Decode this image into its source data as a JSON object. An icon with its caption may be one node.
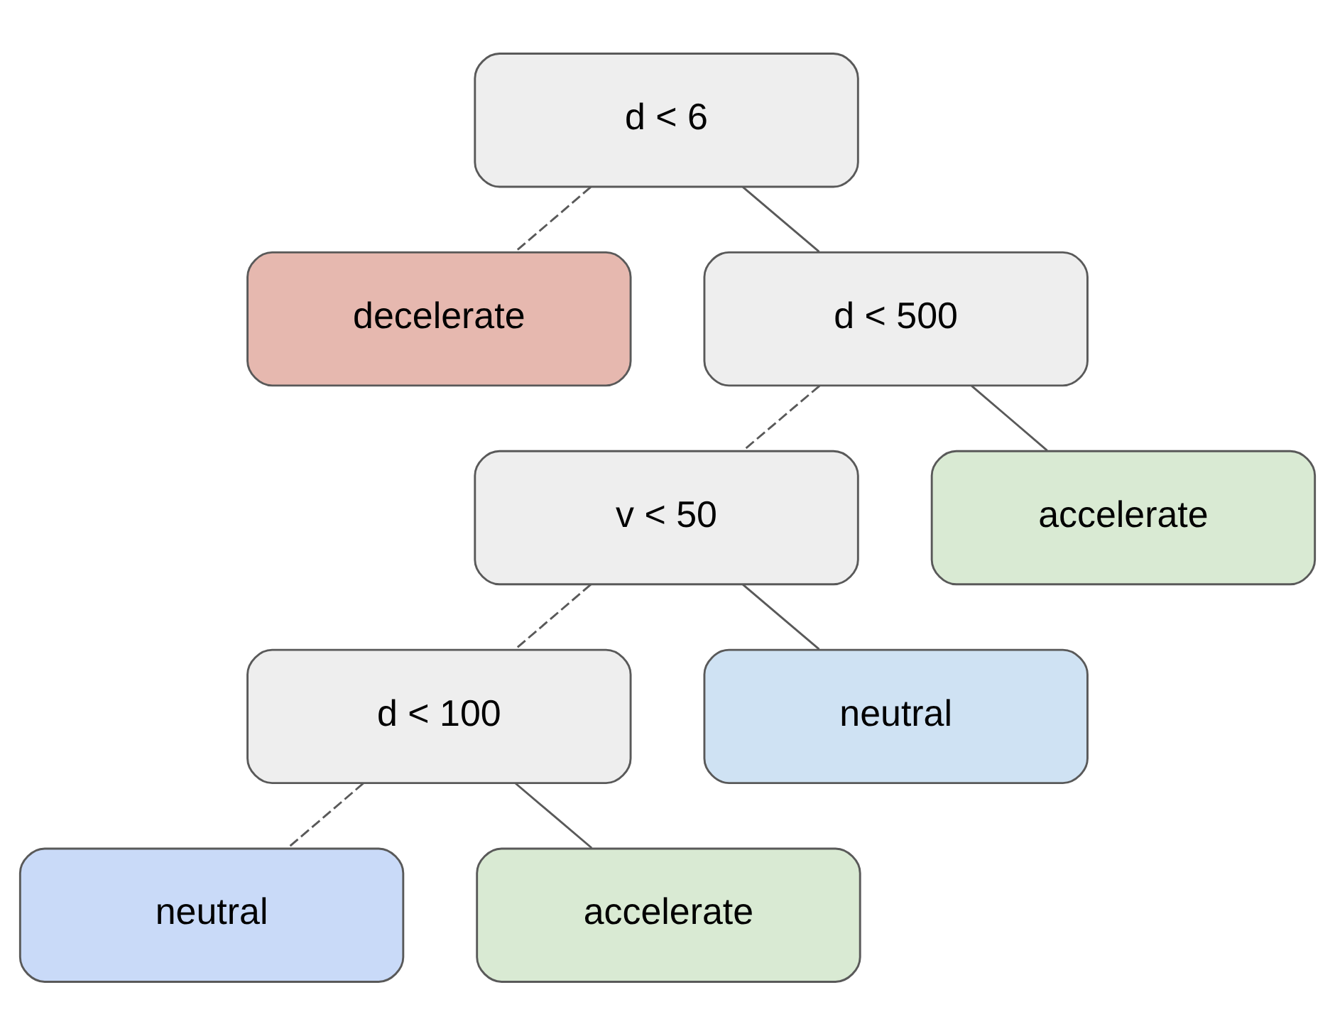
{
  "diagram": {
    "nodes": [
      {
        "text": [
          "d < 6"
        ]
      },
      {
        "text": [
          "decelerate"
        ]
      },
      {
        "text": [
          "d < 500"
        ]
      },
      {
        "text": [
          "v < 50"
        ]
      },
      {
        "text": [
          "accelerate"
        ]
      },
      {
        "text": [
          "d < 100"
        ]
      },
      {
        "text": [
          "neutral"
        ]
      },
      {
        "text": [
          "neutral"
        ]
      },
      {
        "text": [
          "accelerate"
        ]
      }
    ],
    "edges": [
      {
        "from": 0,
        "to": 1,
        "arrow": "none",
        "style": "dashed"
      },
      {
        "from": 0,
        "to": 2,
        "arrow": "none"
      },
      {
        "from": 2,
        "to": 3,
        "arrow": "none",
        "style": "dashed"
      },
      {
        "from": 2,
        "to": 4,
        "arrow": "none"
      },
      {
        "from": 3,
        "to": 5,
        "arrow": "none",
        "style": "dashed"
      },
      {
        "from": 3,
        "to": 6,
        "arrow": "none"
      },
      {
        "from": 5,
        "to": 7,
        "arrow": "none",
        "style": "dashed"
      },
      {
        "from": 5,
        "to": 8,
        "arrow": "none"
      }
    ]
  }
}
